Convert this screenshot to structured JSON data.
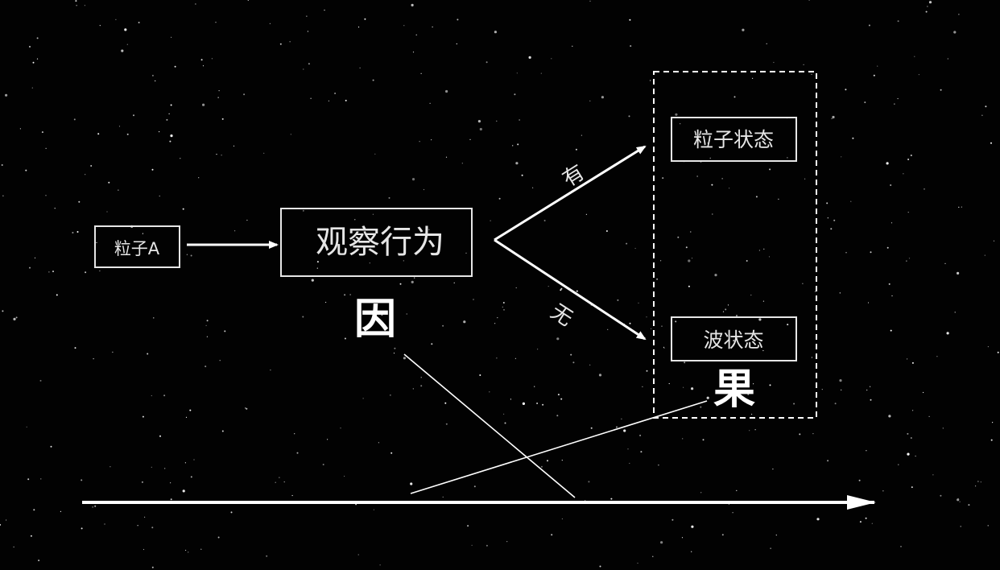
{
  "nodes": {
    "particle_a": "粒子A",
    "observation": "观察行为",
    "particle_state": "粒子状态",
    "wave_state": "波状态"
  },
  "edges": {
    "with_observation": "有",
    "without_observation": "无"
  },
  "labels": {
    "cause": "因",
    "effect": "果"
  },
  "colors": {
    "background": "#020202",
    "line": "#ffffff",
    "text": "#e6e6e6"
  }
}
